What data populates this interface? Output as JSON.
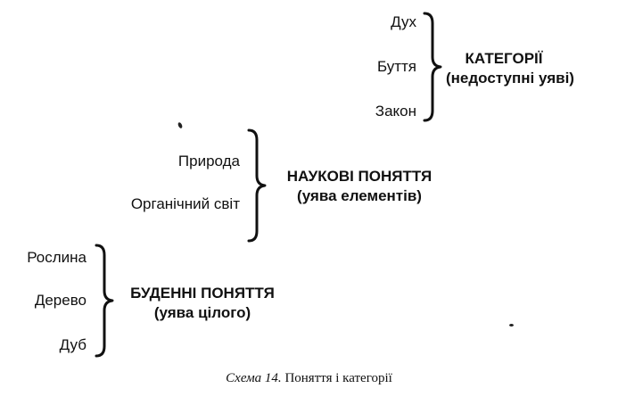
{
  "groups": [
    {
      "items": [
        "Дух",
        "Буття",
        "Закон"
      ],
      "title": "КАТЕГОРІЇ",
      "subtitle": "(недоступні уяві)"
    },
    {
      "items": [
        "Природа",
        "Органічний світ"
      ],
      "title": "НАУКОВІ ПОНЯТТЯ",
      "subtitle": "(уява елементів)"
    },
    {
      "items": [
        "Рослина",
        "Дерево",
        "Дуб"
      ],
      "title": "БУДЕННІ ПОНЯТТЯ",
      "subtitle": "(уява цілого)"
    }
  ],
  "caption": {
    "label": "Схема 14.",
    "text": " Поняття і категорії"
  }
}
